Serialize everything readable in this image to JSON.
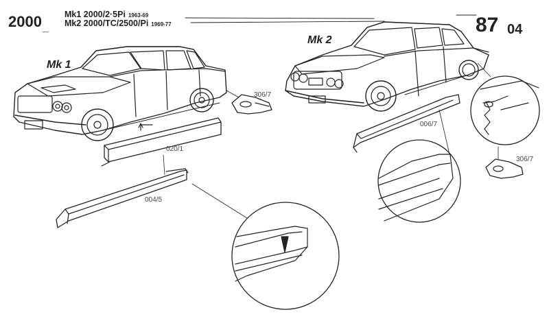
{
  "header": {
    "model": "2000",
    "mk1": {
      "label": "Mk1 2000/2·5Pi",
      "years": "1963-69"
    },
    "mk2": {
      "label": "Mk2 2000/TC/2500/Pi",
      "years": "1969-77"
    },
    "page": "87",
    "section": "04"
  },
  "labels": {
    "mk1": "Mk 1",
    "mk2": "Mk 2"
  },
  "parts": {
    "p306_left": "306/7",
    "p020": "020/1",
    "p004": "004/5",
    "p006": "006/7",
    "p306_right": "306/7"
  },
  "colors": {
    "ink": "#222222",
    "paper": "#ffffff"
  }
}
